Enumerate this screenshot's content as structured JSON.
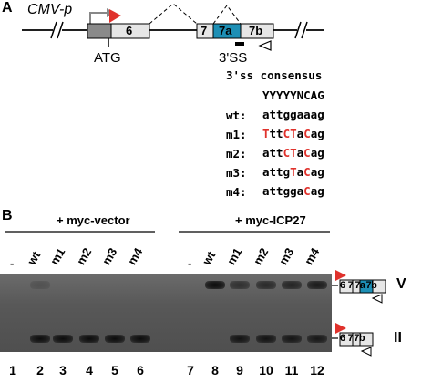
{
  "panel_a": {
    "label": "A",
    "promoter": "CMV-p",
    "exon_6": "6",
    "exon_7": "7",
    "exon_7a": "7a",
    "exon_7b": "7b",
    "atg": "ATG",
    "splice_site": "3'SS",
    "consensus_title": "3'ss consensus",
    "consensus_seq": "YYYYYNCAG",
    "sequences": [
      {
        "name": "wt:",
        "seq": "attggaaag"
      },
      {
        "name": "m1:",
        "seq": "TttCTaCag"
      },
      {
        "name": "m2:",
        "seq": "attCTaCag"
      },
      {
        "name": "m3:",
        "seq": "attgTaCag"
      },
      {
        "name": "m4:",
        "seq": "attggaCag"
      }
    ],
    "colors": {
      "exon_fill": "#e6e6e6",
      "exon7a": "#1d8fb5",
      "promoter_box": "#8a8a8a",
      "red_mark": "#e0322c"
    }
  },
  "panel_b": {
    "label": "B",
    "group_1": "+ myc-vector",
    "group_2": "+ myc-ICP27",
    "lane_labels": [
      "-",
      "wt",
      "m1",
      "m2",
      "m3",
      "m4",
      "-",
      "wt",
      "m1",
      "m2",
      "m3",
      "m4"
    ],
    "lane_numbers": [
      "1",
      "2",
      "3",
      "4",
      "5",
      "6",
      "7",
      "8",
      "9",
      "10",
      "11",
      "12"
    ],
    "upper_band_label": "V",
    "lower_band_label": "II",
    "upper_product_exons": [
      "6",
      "7",
      "7a",
      "7b"
    ],
    "lower_product_exons": [
      "6",
      "7",
      "7b"
    ],
    "upper_band_intensity": [
      0,
      0.15,
      0,
      0,
      0,
      0,
      0,
      1,
      0.35,
      0.45,
      0.55,
      0.7
    ],
    "lower_band_intensity": [
      0,
      0.9,
      1,
      1,
      1,
      1,
      0,
      0,
      0.8,
      0.8,
      0.75,
      0.7
    ]
  }
}
